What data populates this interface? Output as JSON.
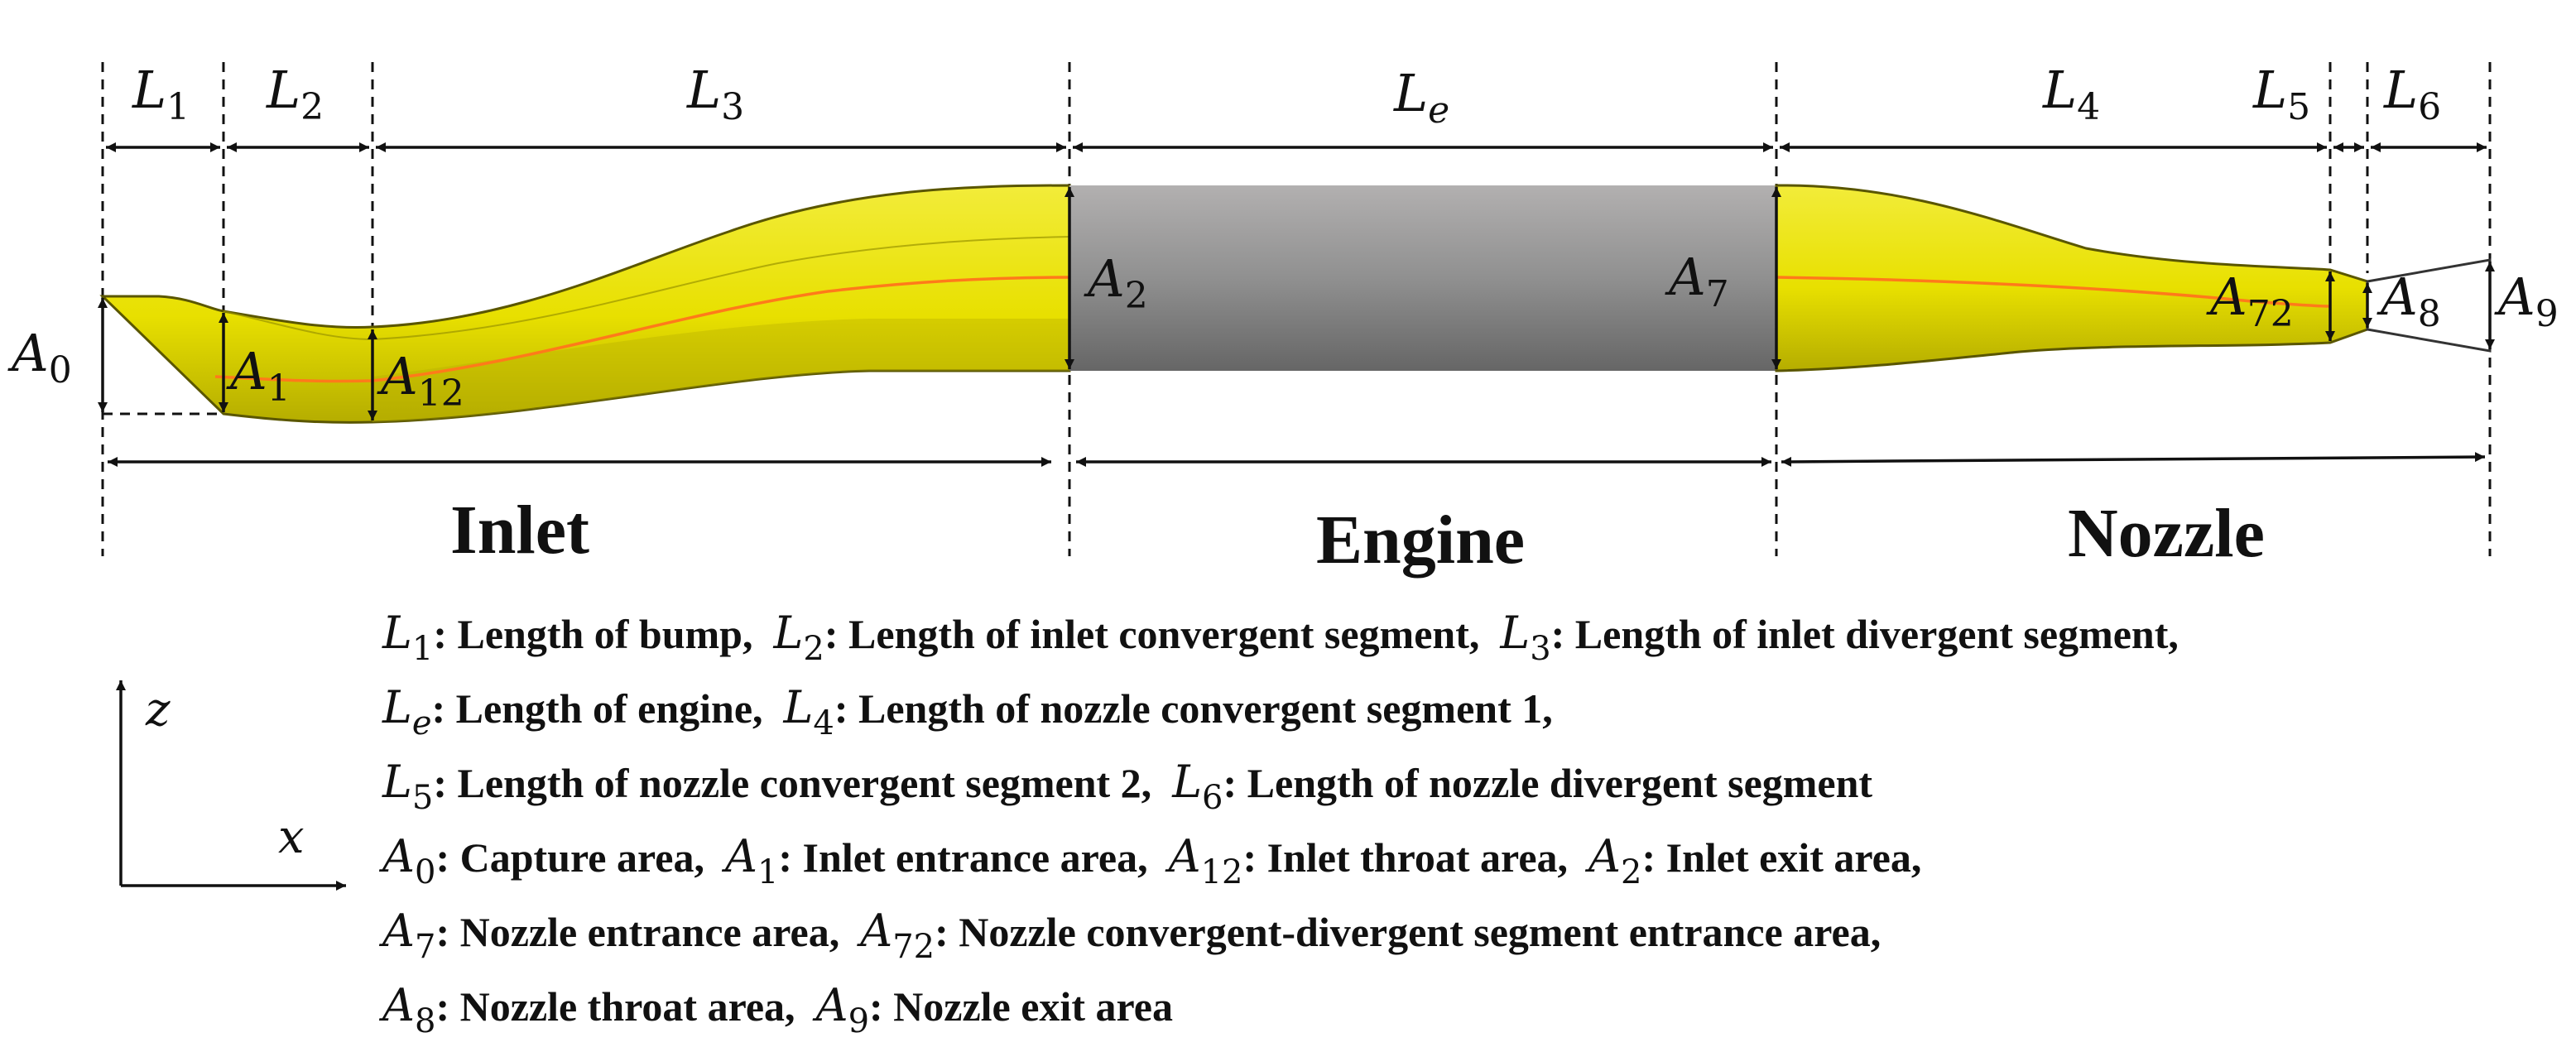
{
  "lengths": [
    {
      "sym": "L",
      "sub": "1"
    },
    {
      "sym": "L",
      "sub": "2"
    },
    {
      "sym": "L",
      "sub": "3"
    },
    {
      "sym": "L",
      "sub": "e"
    },
    {
      "sym": "L",
      "sub": "4"
    },
    {
      "sym": "L",
      "sub": "5"
    },
    {
      "sym": "L",
      "sub": "6"
    }
  ],
  "areas": [
    {
      "sym": "A",
      "sub": "0"
    },
    {
      "sym": "A",
      "sub": "1"
    },
    {
      "sym": "A",
      "sub": "12"
    },
    {
      "sym": "A",
      "sub": "2"
    },
    {
      "sym": "A",
      "sub": "7"
    },
    {
      "sym": "A",
      "sub": "72"
    },
    {
      "sym": "A",
      "sub": "8"
    },
    {
      "sym": "A",
      "sub": "9"
    }
  ],
  "sections": [
    "Inlet",
    "Engine",
    "Nozzle"
  ],
  "axes": {
    "z": "z",
    "x": "x"
  },
  "colors": {
    "duct": "#e8e000",
    "duct_dark": "#b5ad00",
    "centerline": "#ff7a1a",
    "engine_top": "#b2b0b0",
    "engine_bottom": "#666666"
  },
  "legend": [
    [
      {
        "sym": "L",
        "sub": "1",
        "text": ": Length of bump,"
      },
      {
        "sym": "L",
        "sub": "2",
        "text": ": Length of inlet convergent segment,"
      },
      {
        "sym": "L",
        "sub": "3",
        "text": ": Length of inlet divergent segment,"
      }
    ],
    [
      {
        "sym": "L",
        "sub": "e",
        "text": ": Length of engine,"
      },
      {
        "sym": "L",
        "sub": "4",
        "text": ": Length of  nozzle convergent segment 1,"
      }
    ],
    [
      {
        "sym": "L",
        "sub": "5",
        "text": ": Length of  nozzle convergent segment 2,"
      },
      {
        "sym": "L",
        "sub": "6",
        "text": ": Length of  nozzle divergent segment"
      }
    ],
    [
      {
        "sym": "A",
        "sub": "0",
        "text": ": Capture area,"
      },
      {
        "sym": "A",
        "sub": "1",
        "text": ": Inlet entrance area,"
      },
      {
        "sym": "A",
        "sub": "12",
        "text": ": Inlet throat area,"
      },
      {
        "sym": "A",
        "sub": "2",
        "text": ": Inlet exit area,"
      }
    ],
    [
      {
        "sym": "A",
        "sub": "7",
        "text": ": Nozzle entrance area,"
      },
      {
        "sym": "A",
        "sub": "72",
        "text": ": Nozzle convergent-divergent segment entrance area,"
      }
    ],
    [
      {
        "sym": "A",
        "sub": "8",
        "text": ": Nozzle throat area,"
      },
      {
        "sym": "A",
        "sub": "9",
        "text": ": Nozzle exit area"
      }
    ]
  ]
}
